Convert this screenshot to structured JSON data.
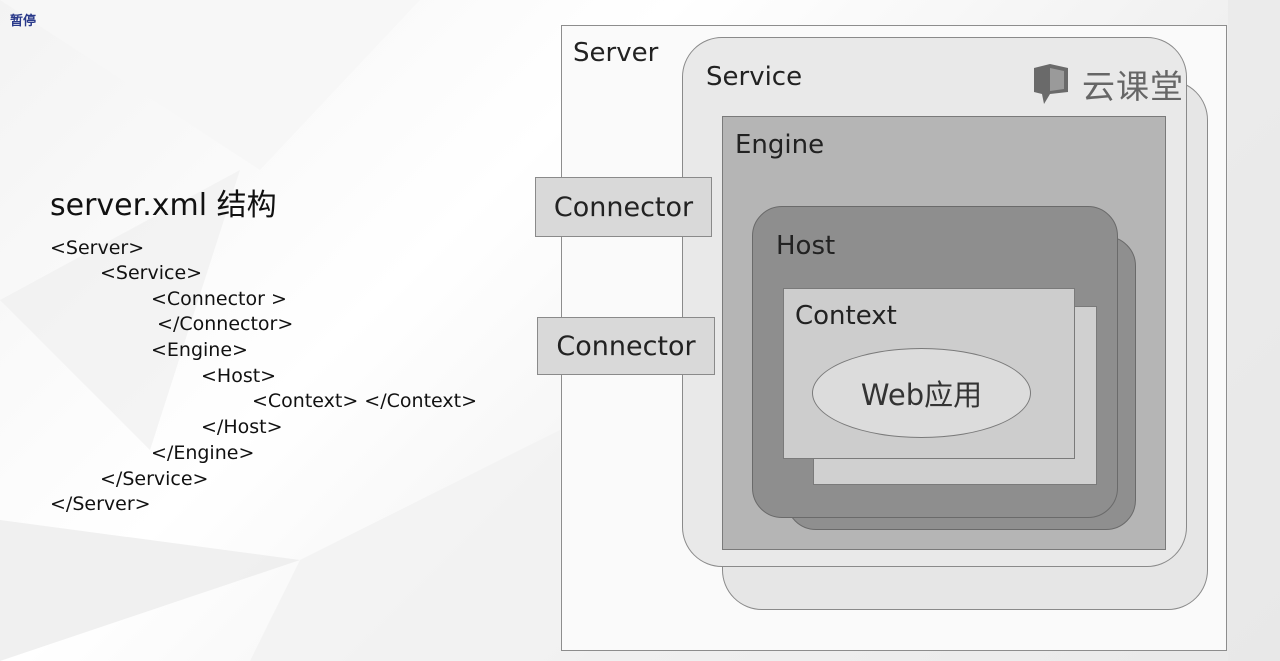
{
  "pause_button": "暂停",
  "slide": {
    "title": "server.xml 结构",
    "code_lines": [
      "<Server>",
      "<Service>",
      "<Connector >",
      " </Connector>",
      "<Engine>",
      "<Host>",
      "<Context> </Context>",
      "</Host>",
      "</Engine>",
      "</Service>",
      "</Server>"
    ]
  },
  "diagram": {
    "server": "Server",
    "service": "Service",
    "engine": "Engine",
    "host": "Host",
    "context": "Context",
    "webapp": "Web应用",
    "connectors": [
      "Connector",
      "Connector"
    ]
  },
  "logo": {
    "text": "云课堂",
    "icon": "speech-bubble-icon",
    "color": "#666666"
  },
  "colors": {
    "engine": "#b5b5b5",
    "host": "#8e8e8e",
    "context": "#cdcdcd",
    "service": "#e9e9e9",
    "connector": "#d9d9d9"
  }
}
